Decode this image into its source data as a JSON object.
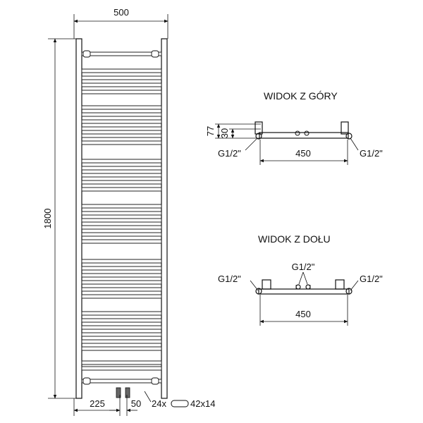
{
  "front_view": {
    "width_label": "500",
    "height_label": "1800",
    "offset_label": "225",
    "spacing_label": "50",
    "rail_spec_label": "24x",
    "rail_size_label": "42x14"
  },
  "top_view": {
    "title": "WIDOK Z GÓRY",
    "depth_outer_label": "77",
    "depth_inner_label": "30",
    "connection_left_label": "G1/2\"",
    "connection_right_label": "G1/2\"",
    "spacing_label": "450"
  },
  "bottom_view": {
    "title": "WIDOK Z DOŁU",
    "connection_center_label": "G1/2\"",
    "connection_left_label": "G1/2\"",
    "connection_right_label": "G1/2\"",
    "spacing_label": "450"
  }
}
